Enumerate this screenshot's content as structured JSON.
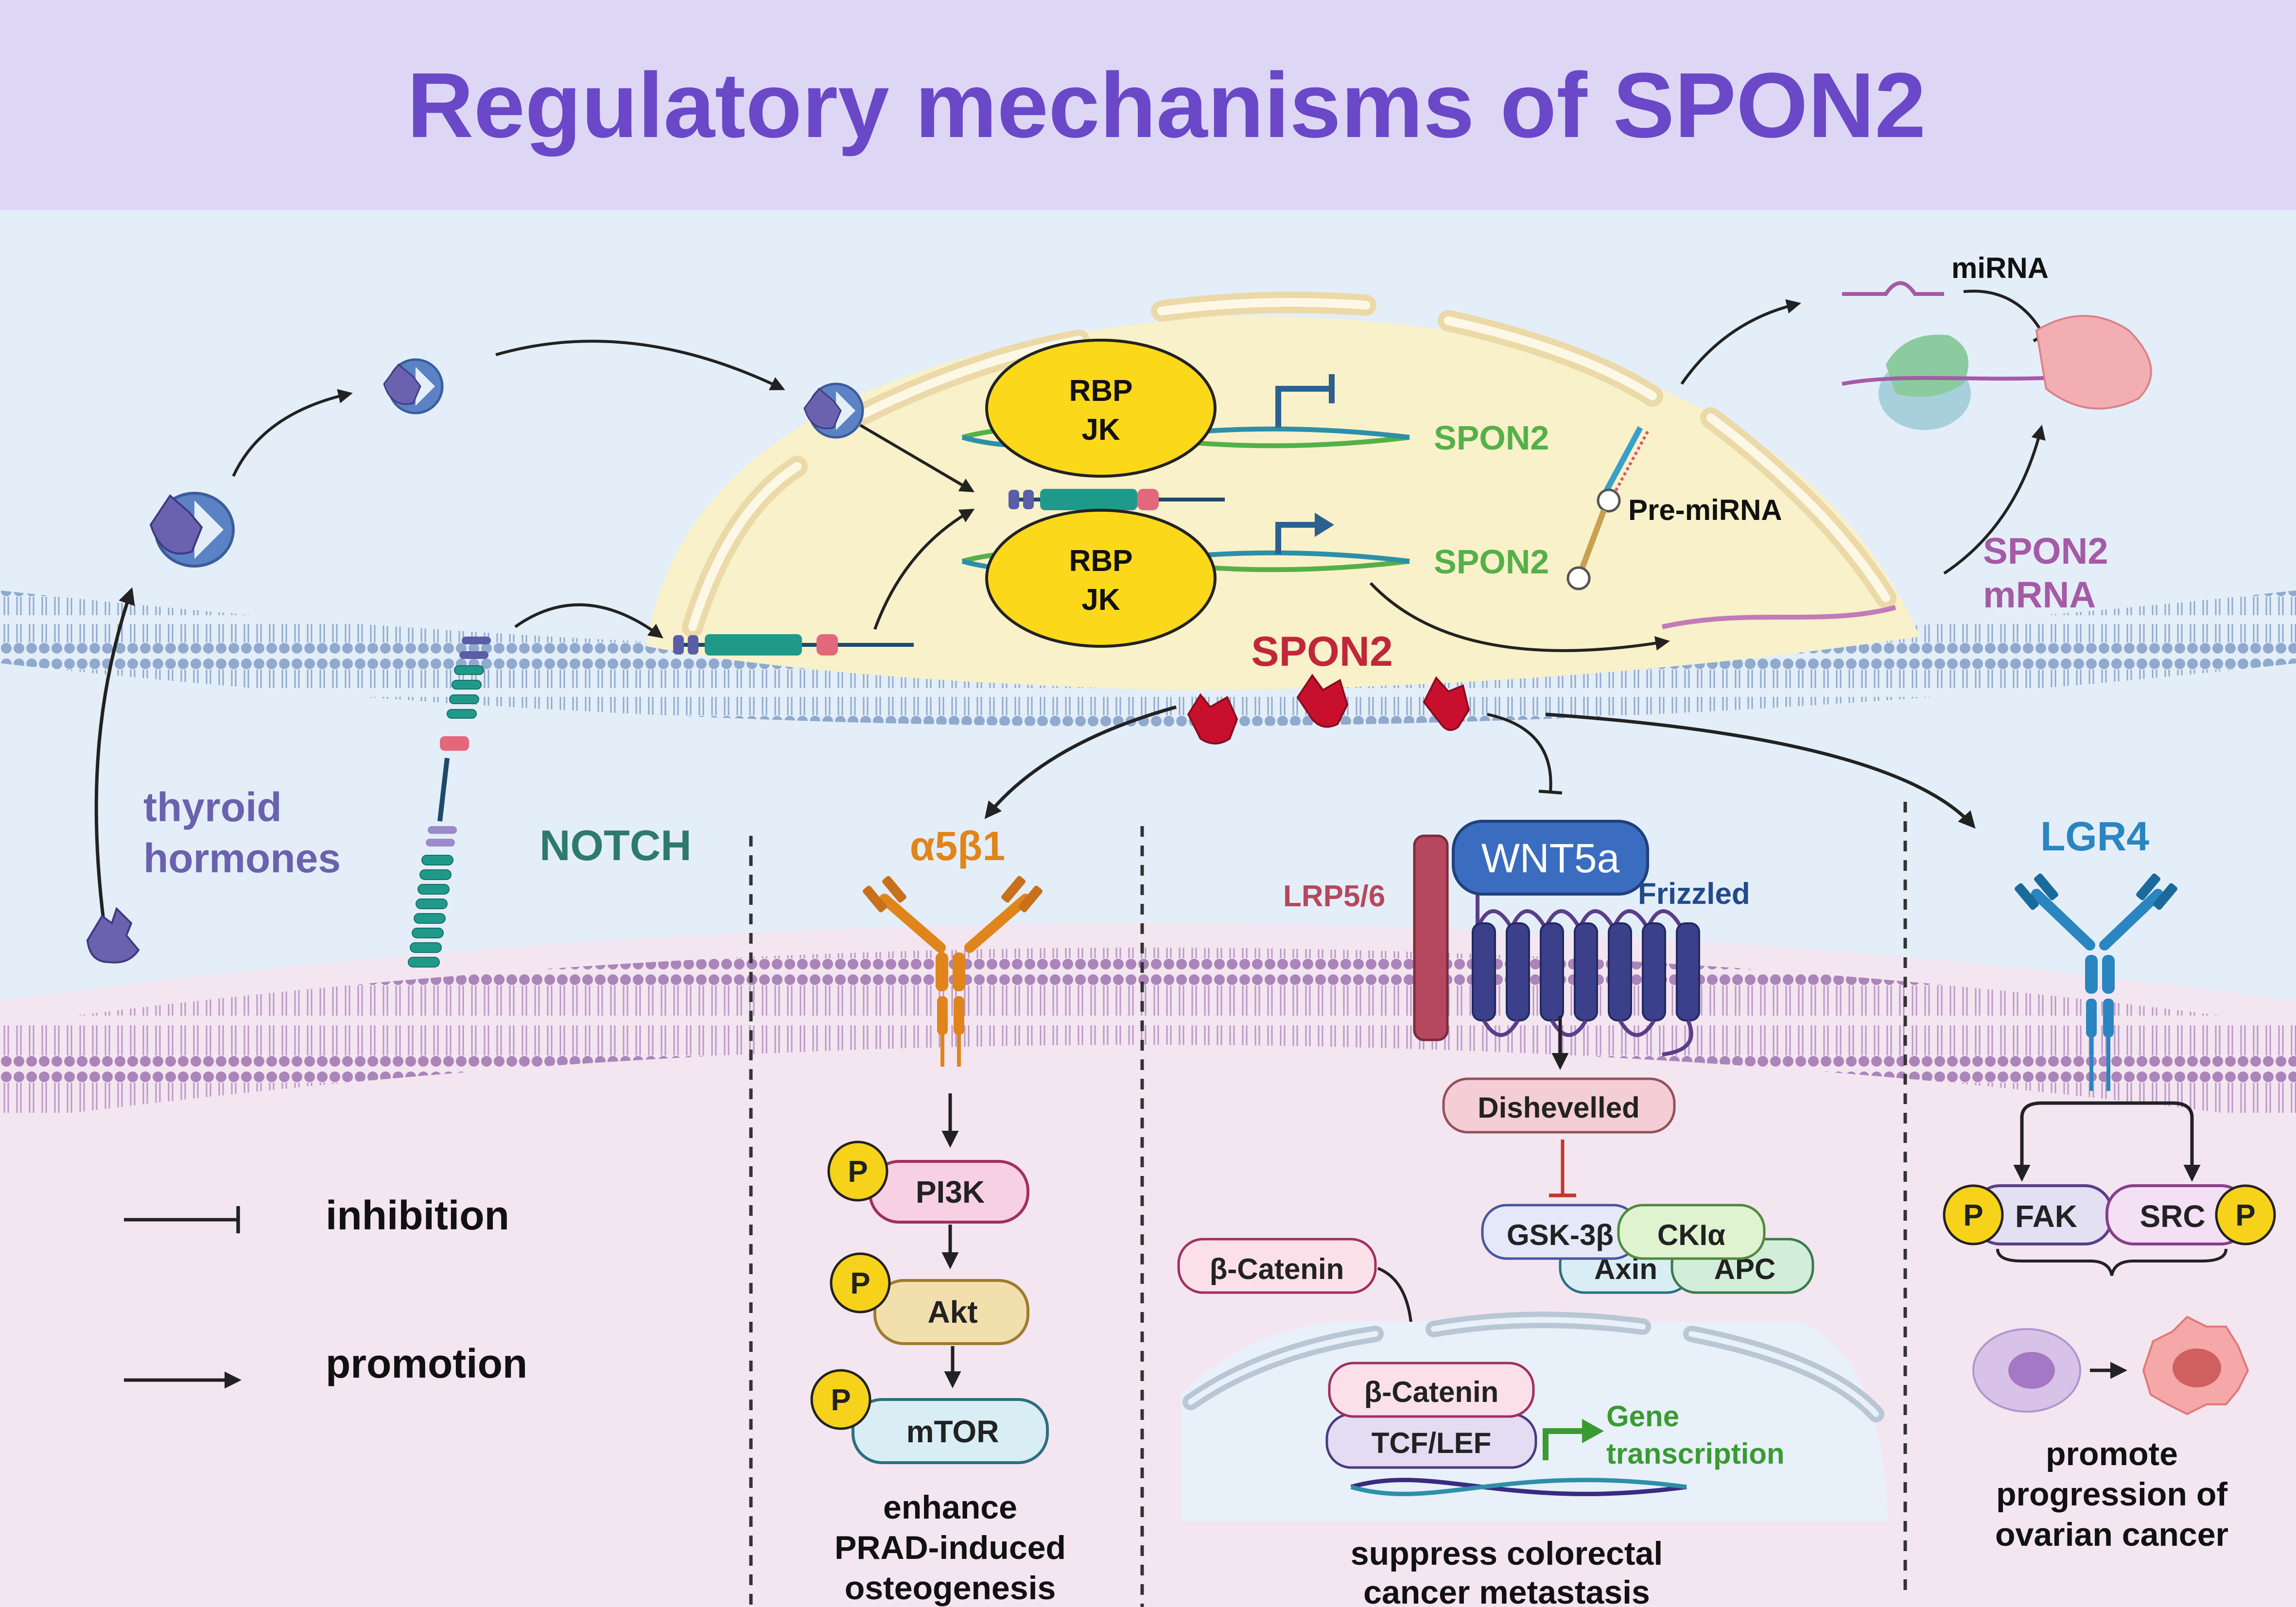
{
  "title": "Regulatory mechanisms of SPON2",
  "labels": {
    "thyroid": [
      "thyroid",
      "hormones"
    ],
    "notch": "NOTCH",
    "rbpjk": [
      "RBP",
      "JK"
    ],
    "spon2_gene": "SPON2",
    "spon2_protein": "SPON2",
    "mirna": "miRNA",
    "pre_mirna": "Pre-miRNA",
    "spon2_mrna": [
      "SPON2",
      "mRNA"
    ],
    "a5b1": "α5β1",
    "lrp": "LRP5/6",
    "wnt5a": "WNT5a",
    "frizzled": "Frizzled",
    "lgr4": "LGR4"
  },
  "pathway_a5b1": {
    "phospho": "P",
    "pi3k": "PI3K",
    "akt": "Akt",
    "mtor": "mTOR",
    "outcome": [
      "enhance",
      "PRAD-induced",
      "osteogenesis"
    ]
  },
  "pathway_wnt": {
    "dishevelled": "Dishevelled",
    "gsk3b": "GSK-3β",
    "ckla": "CKIα",
    "axin": "Axin",
    "apc": "APC",
    "bcat_cyto": "β-Catenin",
    "bcat_nuc": "β-Catenin",
    "tcf": "TCF/LEF",
    "gene": [
      "Gene",
      "transcription"
    ],
    "outcome": [
      "suppress colorectal",
      "cancer metastasis"
    ]
  },
  "pathway_lgr4": {
    "fak": "FAK",
    "src": "SRC",
    "phospho": "P",
    "outcome": [
      "promote",
      "progression of",
      "ovarian cancer"
    ]
  },
  "legend": {
    "inhibition": "inhibition",
    "promotion": "promotion"
  },
  "colors": {
    "title": "#6a48c8",
    "header_bg": "#ddd7f5",
    "nucleus": "#f8f1c9",
    "rbpjk": "#fcd81b",
    "spon2_gene": "#55b04a",
    "spon2_protein": "#c0273a",
    "mrna": "#a55aa6",
    "a5b1": "#e0851b",
    "lgr4": "#2a85c0",
    "wnt5a": "#3a6cc0",
    "lrp": "#b5485e",
    "frizzled": "#3c3f8a",
    "notch": "#2e7a6e",
    "thyroid": "#6a62ae",
    "phospho": "#f6d21a"
  }
}
